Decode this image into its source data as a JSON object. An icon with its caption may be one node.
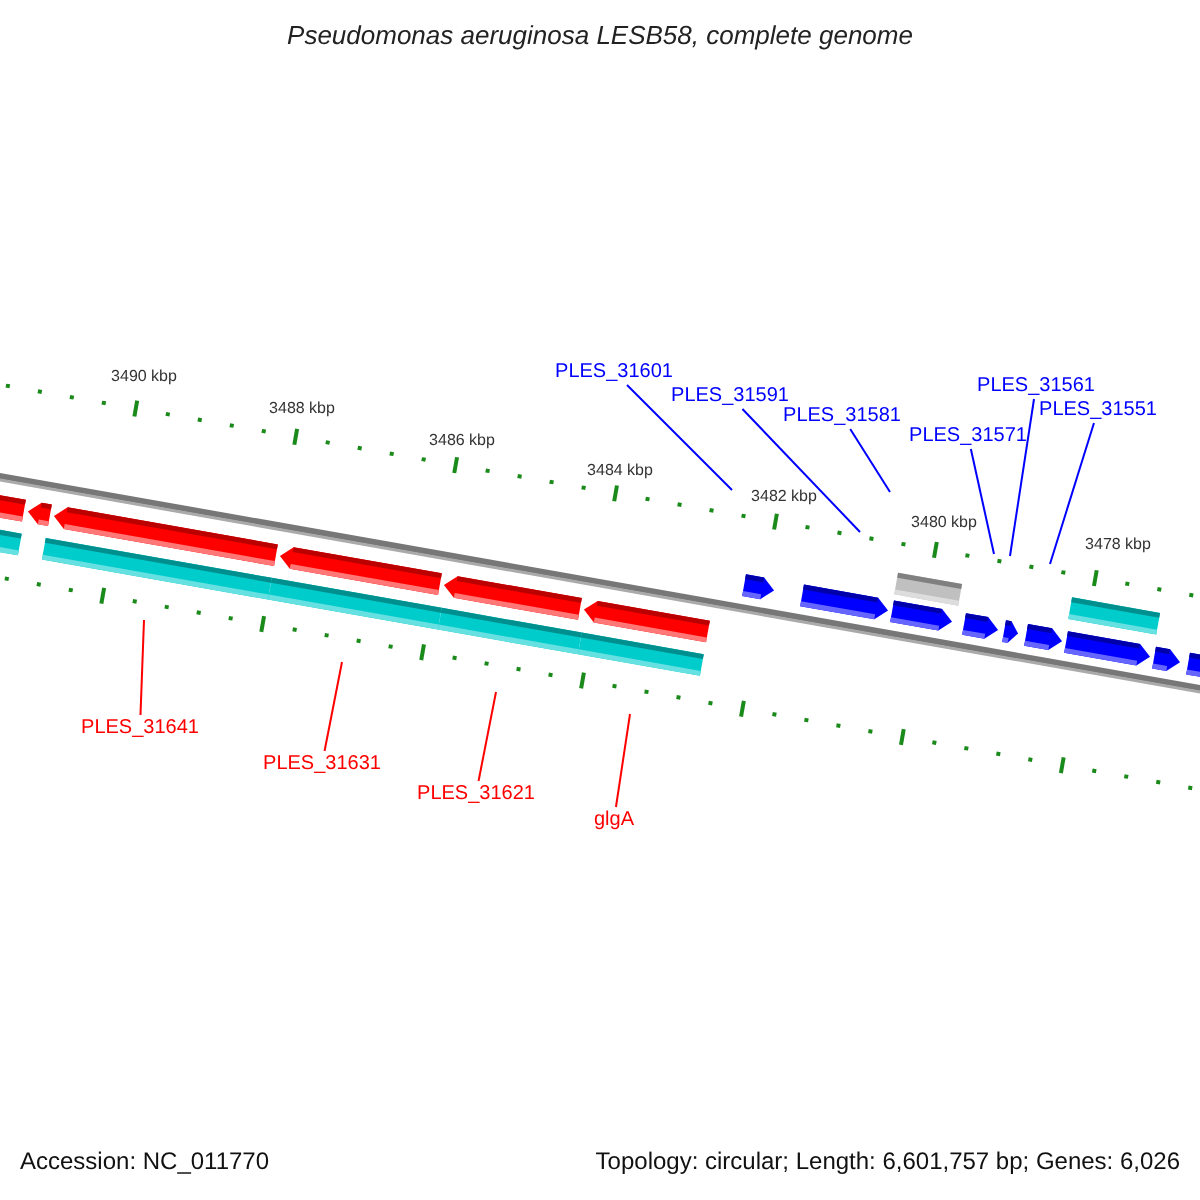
{
  "diagram": {
    "title": "Pseudomonas aeruginosa LESB58, complete genome",
    "nodes": [
      {
        "text": [
          "PLES_31601"
        ]
      },
      {
        "text": [
          "PLES_31591"
        ]
      },
      {
        "text": [
          "PLES_31581"
        ]
      },
      {
        "text": [
          "PLES_31571"
        ]
      },
      {
        "text": [
          "PLES_31561"
        ]
      },
      {
        "text": [
          "PLES_31551"
        ]
      },
      {
        "text": [
          "PLES_31641"
        ]
      },
      {
        "text": [
          "PLES_31631"
        ]
      },
      {
        "text": [
          "PLES_31621"
        ]
      },
      {
        "text": [
          "glgA"
        ]
      }
    ],
    "edges": [
      {
        "from": 0,
        "to": null,
        "arrow": "none"
      },
      {
        "from": 1,
        "to": null,
        "arrow": "none"
      },
      {
        "from": 2,
        "to": null,
        "arrow": "none"
      },
      {
        "from": 3,
        "to": null,
        "arrow": "none"
      },
      {
        "from": 4,
        "to": null,
        "arrow": "none"
      },
      {
        "from": 5,
        "to": null,
        "arrow": "none"
      },
      {
        "from": 6,
        "to": null,
        "arrow": "none",
        "color": "#ff0000"
      },
      {
        "from": 7,
        "to": null,
        "arrow": "none",
        "color": "#ff0000"
      },
      {
        "from": 8,
        "to": null,
        "arrow": "none",
        "color": "#ff0000"
      },
      {
        "from": 9,
        "to": null,
        "arrow": "none",
        "color": "#ff0000"
      }
    ],
    "labels": [
      "3490 kbp",
      "3488 kbp",
      "3486 kbp",
      "3484 kbp",
      "3482 kbp",
      "3480 kbp",
      "3478 kbp",
      "Accession: NC_011770",
      "Topology: circular; Length: 6,601,757 bp; Genes: 6,026"
    ]
  }
}
